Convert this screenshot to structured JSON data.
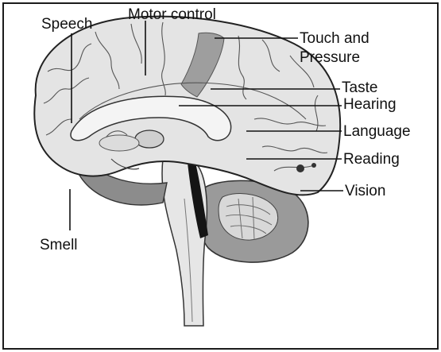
{
  "labels": {
    "speech": "Speech",
    "motor_control": "Motor control",
    "touch_line1": "Touch and",
    "touch_line2": "Pressure",
    "taste": "Taste",
    "hearing": "Hearing",
    "language": "Language",
    "reading": "Reading",
    "vision": "Vision",
    "smell": "Smell"
  }
}
